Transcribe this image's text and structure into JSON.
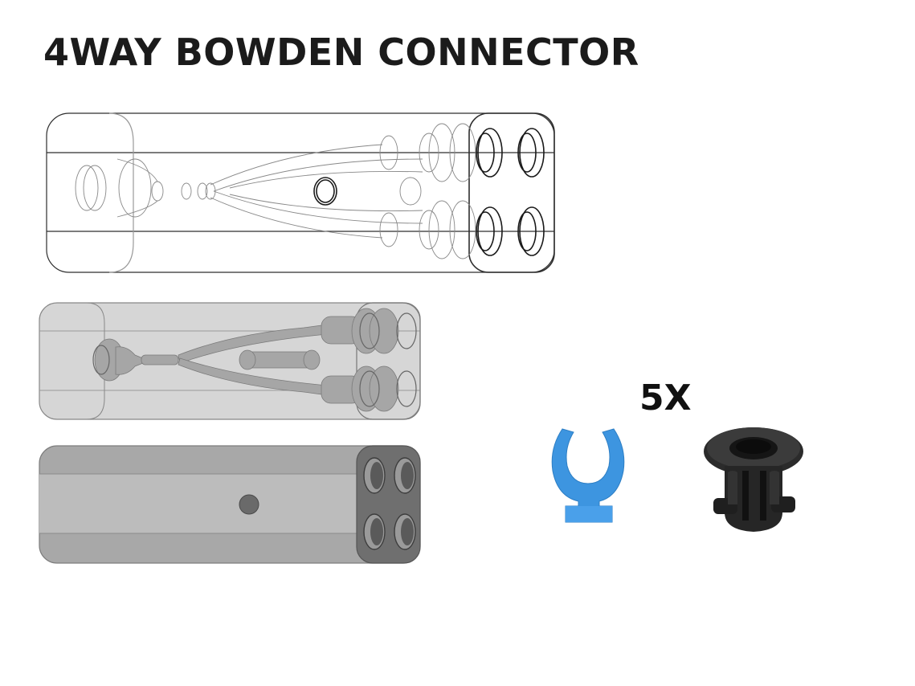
{
  "title": "4WAY BOWDEN CONNECTOR",
  "quantity_label": "5X",
  "icons": {
    "wireframe_view": "connector-wireframe-view",
    "transparent_view": "connector-transparent-view",
    "solid_view": "connector-solid-view",
    "clip": "blue-collet-clip-icon",
    "collet": "black-collet-icon"
  },
  "colors": {
    "clip_blue": "#3d95e0",
    "collet_black": "#2a2a2a",
    "solid_grey": "#a9a9a9",
    "line": "#333333"
  }
}
